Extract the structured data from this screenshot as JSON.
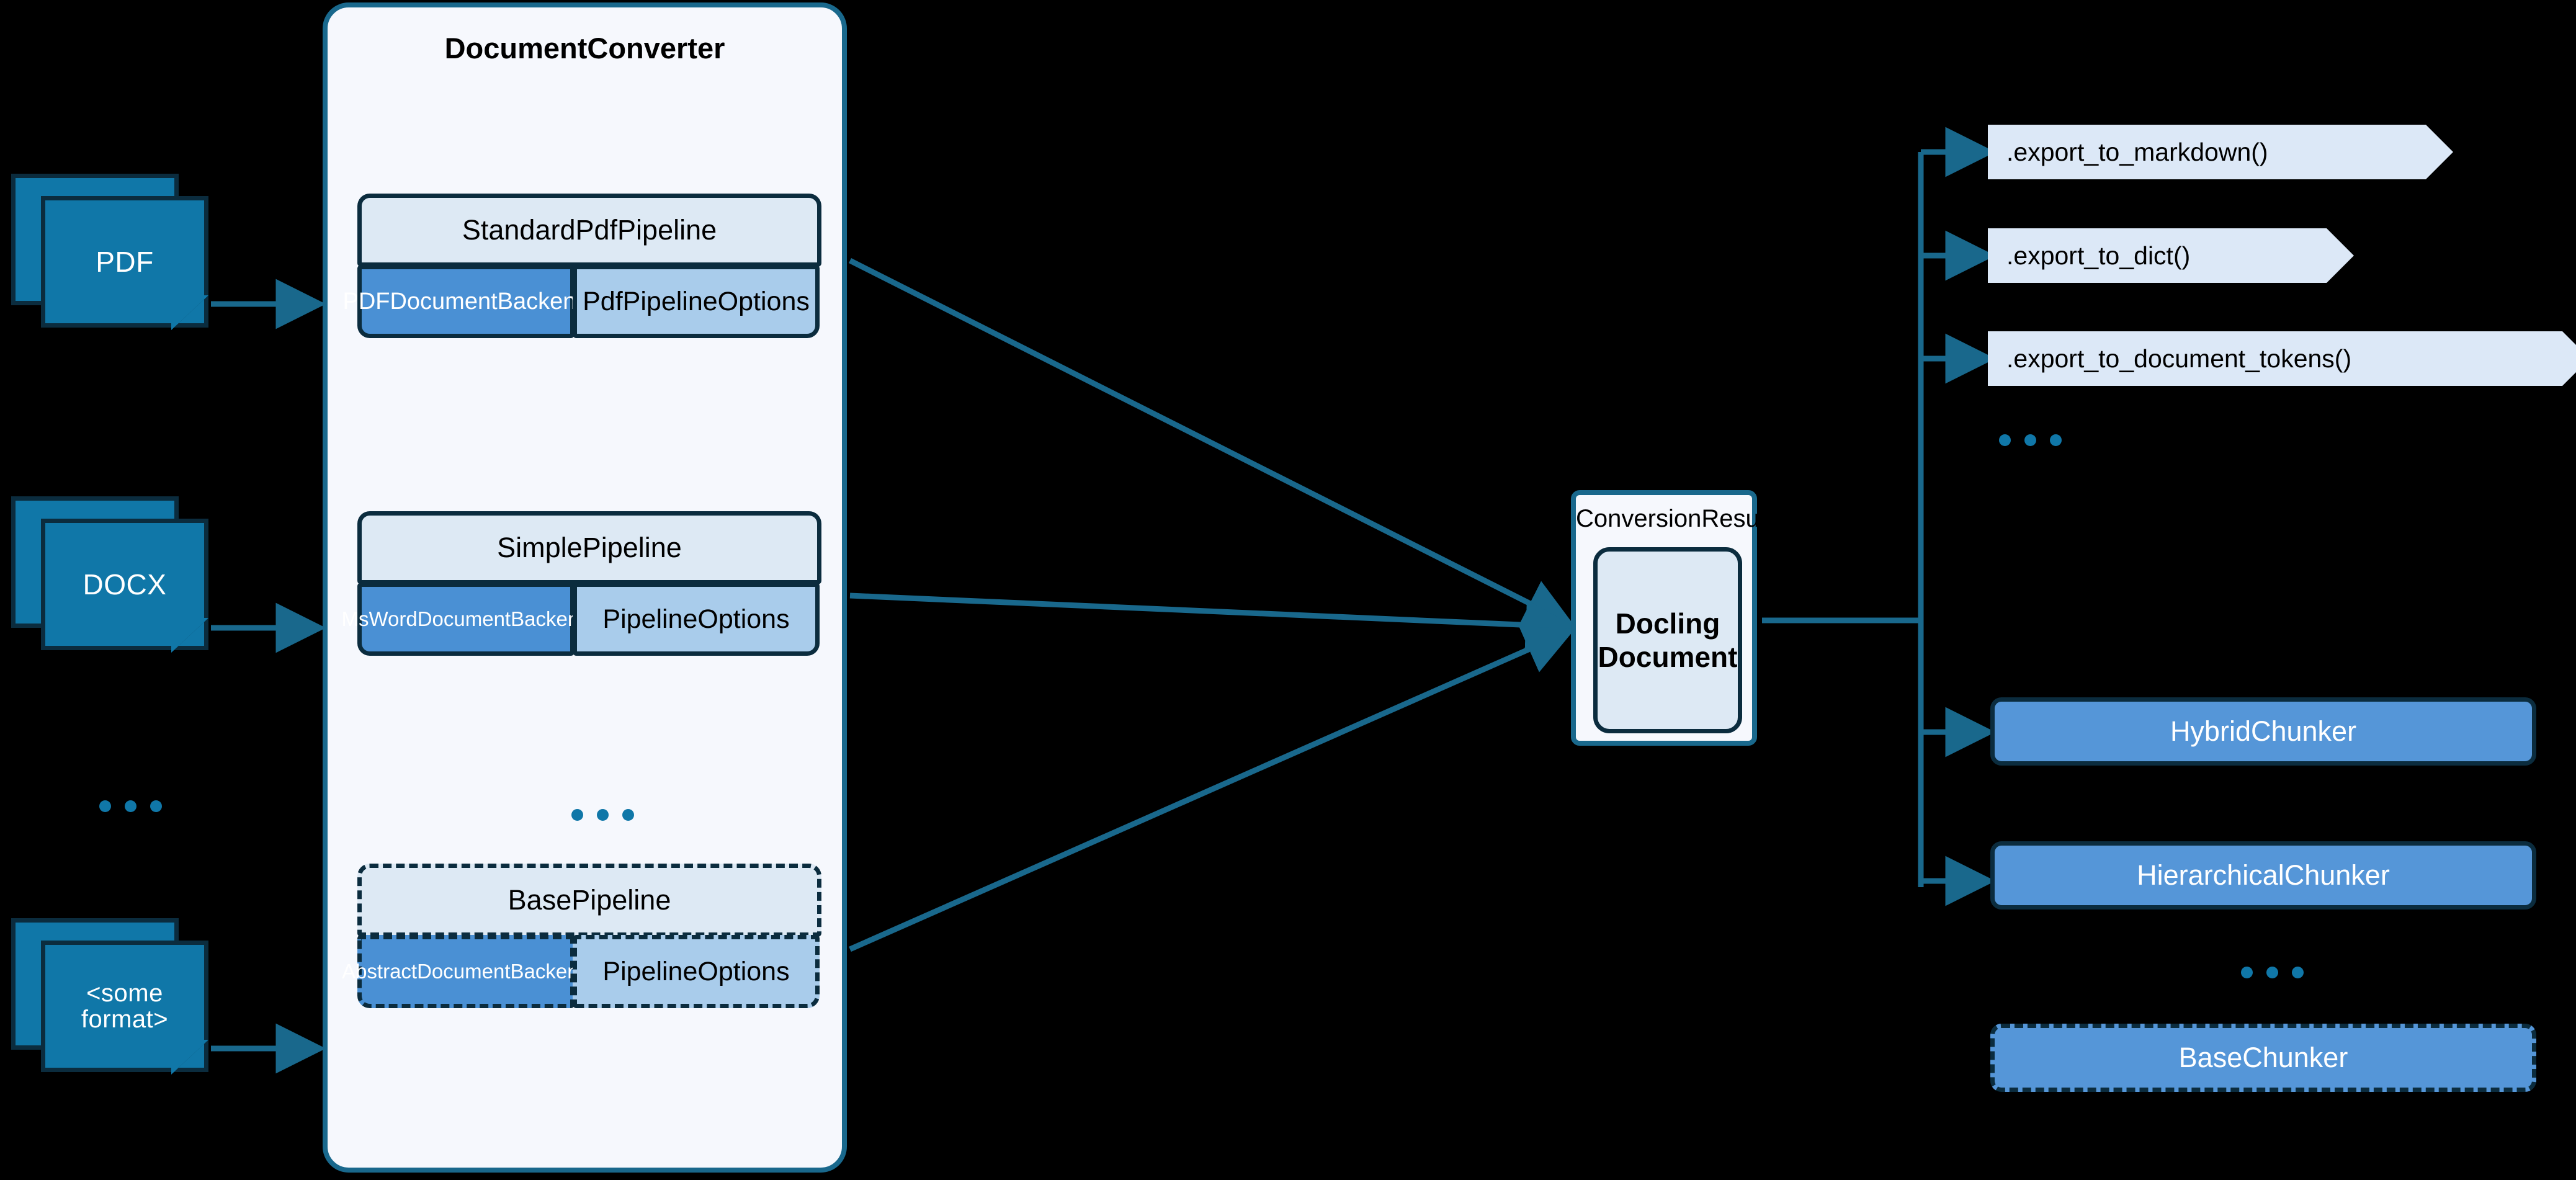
{
  "inputs": {
    "documents": [
      {
        "label": "PDF",
        "name": "pdf-document-icon"
      },
      {
        "label": "DOCX",
        "name": "docx-document-icon"
      },
      {
        "label": "<some\nformat>",
        "name": "generic-format-document-icon"
      }
    ],
    "ellipsis": "..."
  },
  "converter": {
    "title": "DocumentConverter",
    "ellipsis": "...",
    "pipelines": [
      {
        "name": "StandardPdfPipeline",
        "backend": "PDFDocumentBackend",
        "options": "PdfPipelineOptions",
        "abstract": false
      },
      {
        "name": "SimplePipeline",
        "backend": "MsWordDocumentBackend",
        "options": "PipelineOptions",
        "abstract": false
      },
      {
        "name": "BasePipeline",
        "backend": "AbstractDocumentBackend",
        "options": "PipelineOptions",
        "abstract": true
      }
    ]
  },
  "result": {
    "title": "ConversionResult",
    "document": "Docling\nDocument"
  },
  "exports": {
    "items": [
      {
        "label": ".export_to_markdown()"
      },
      {
        "label": ".export_to_dict()"
      },
      {
        "label": ".export_to_document_tokens()"
      }
    ],
    "ellipsis": "..."
  },
  "chunkers": {
    "items": [
      {
        "label": "HybridChunker",
        "abstract": false
      },
      {
        "label": "HierarchicalChunker",
        "abstract": false
      },
      {
        "label": "BaseChunker",
        "abstract": true
      }
    ],
    "ellipsis": "..."
  },
  "colors": {
    "background": "#000000",
    "teal": "#19688c",
    "doc_fill": "#1077a8",
    "doc_border": "#0b2c3e",
    "panel_fill": "#f6f8fd",
    "pipeline_head": "#dde9f4",
    "backend_fill": "#4a90d4",
    "options_fill": "#a9cceb",
    "chunker_fill": "#5596d8",
    "export_fill": "#dce8f7"
  }
}
